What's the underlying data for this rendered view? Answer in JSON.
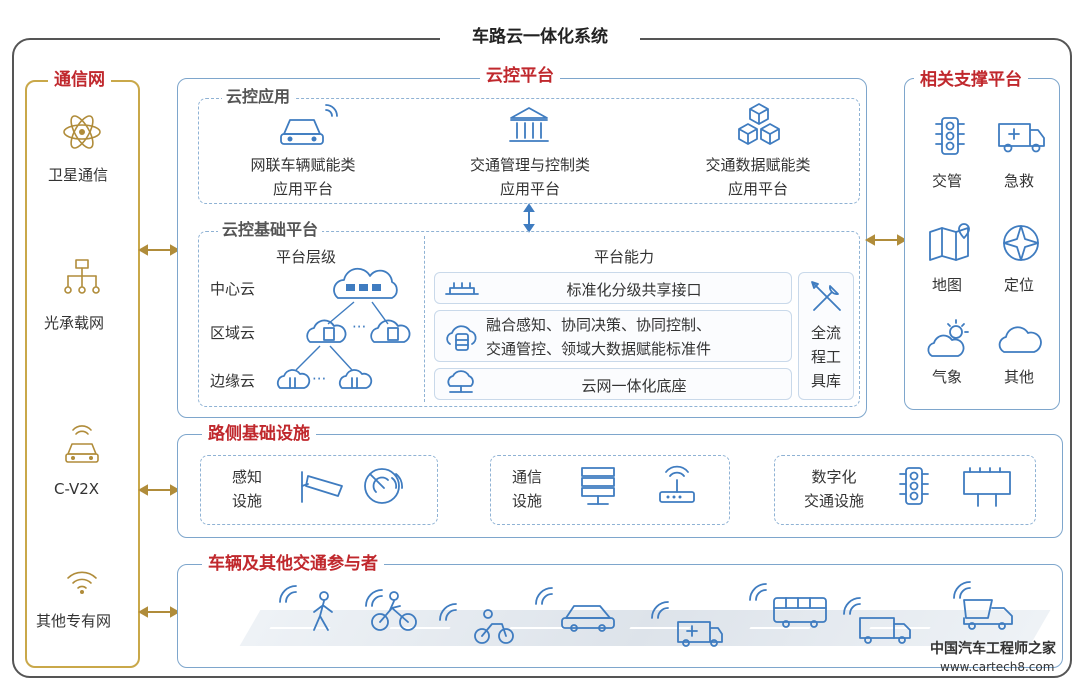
{
  "title": "车路云一体化系统",
  "left": {
    "title": "通信网",
    "items": [
      "卫星通信",
      "光承载网",
      "C-V2X",
      "其他专有网"
    ]
  },
  "cloud": {
    "title": "云控平台",
    "apps": {
      "title": "云控应用",
      "items": [
        {
          "line1": "网联车辆赋能类",
          "line2": "应用平台"
        },
        {
          "line1": "交通管理与控制类",
          "line2": "应用平台"
        },
        {
          "line1": "交通数据赋能类",
          "line2": "应用平台"
        }
      ]
    },
    "base": {
      "title": "云控基础平台",
      "levels_title": "平台层级",
      "levels": [
        "中心云",
        "区域云",
        "边缘云"
      ],
      "ellipsis": "···",
      "cap_title": "平台能力",
      "caps": [
        "标准化分级共享接口",
        "融合感知、协同决策、协同控制、",
        "交通管控、领域大数据赋能标准件",
        "云网一体化底座"
      ],
      "tools": [
        "全流",
        "程工",
        "具库"
      ]
    }
  },
  "right": {
    "title": "相关支撑平台",
    "items": [
      "交管",
      "急救",
      "地图",
      "定位",
      "气象",
      "其他"
    ]
  },
  "road": {
    "title": "路侧基础设施",
    "groups": [
      {
        "line1": "感知",
        "line2": "设施"
      },
      {
        "line1": "通信",
        "line2": "设施"
      },
      {
        "line1": "数字化",
        "line2": "交通设施"
      }
    ]
  },
  "vehicles": {
    "title": "车辆及其他交通参与者"
  },
  "watermark": {
    "cn": "中国汽车工程师之家",
    "url": "www.cartech8.com"
  }
}
